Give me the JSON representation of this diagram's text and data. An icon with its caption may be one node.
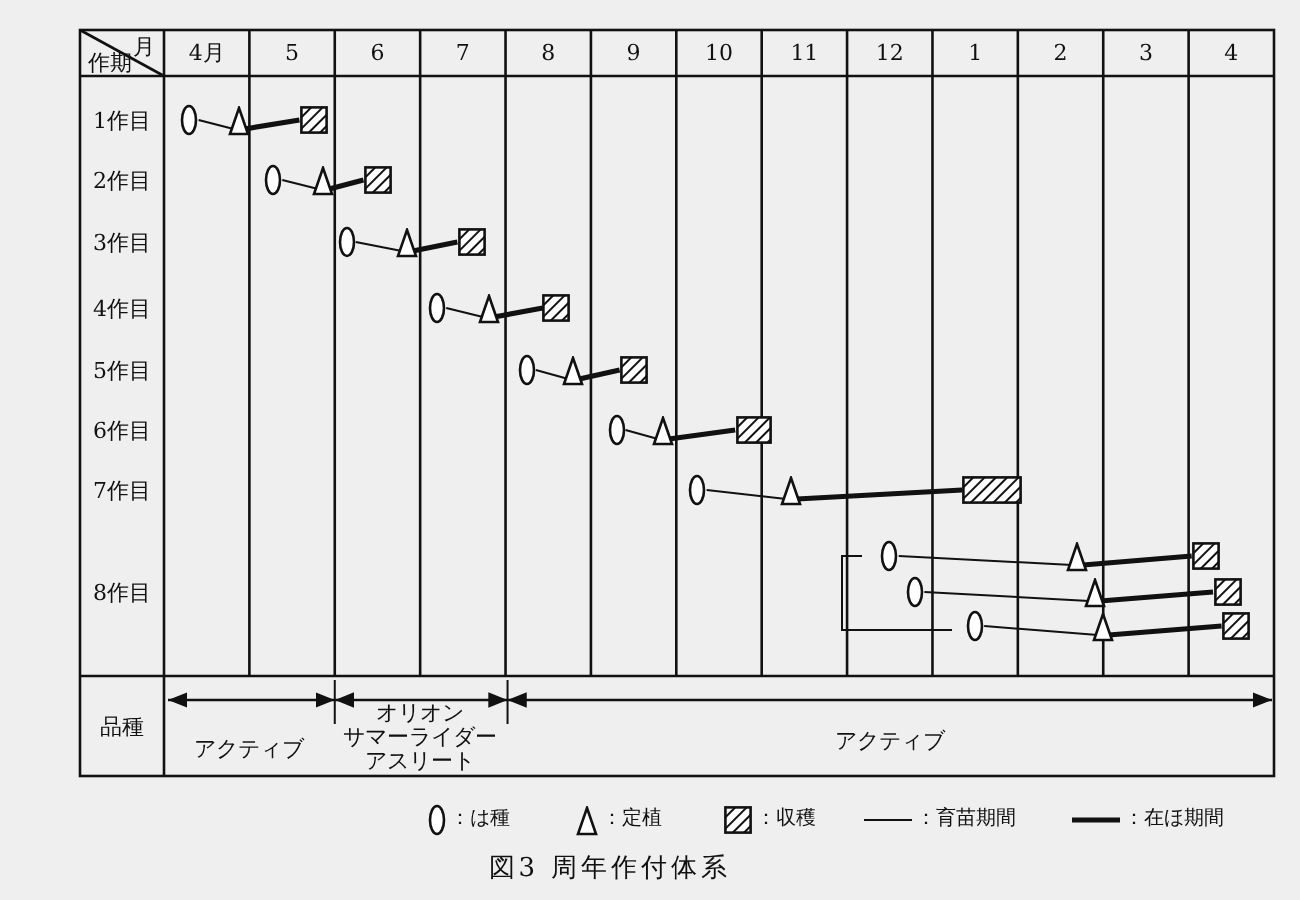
{
  "diagram": {
    "caption": "図3 周年作付体系",
    "nodes": [
      {
        "text": [],
        "shape": "circle"
      },
      {
        "text": [],
        "shape": "triangle"
      },
      {
        "text": [],
        "shape": "box"
      },
      {
        "text": [],
        "shape": "circle"
      },
      {
        "text": [],
        "shape": "triangle"
      },
      {
        "text": [],
        "shape": "box"
      },
      {
        "text": [],
        "shape": "circle"
      },
      {
        "text": [],
        "shape": "triangle"
      },
      {
        "text": [],
        "shape": "box"
      },
      {
        "text": [],
        "shape": "circle"
      },
      {
        "text": [],
        "shape": "triangle"
      },
      {
        "text": [],
        "shape": "box"
      },
      {
        "text": [],
        "shape": "circle"
      },
      {
        "text": [],
        "shape": "triangle"
      },
      {
        "text": [],
        "shape": "box"
      },
      {
        "text": [],
        "shape": "circle"
      },
      {
        "text": [],
        "shape": "triangle"
      },
      {
        "text": [],
        "shape": "box"
      },
      {
        "text": [],
        "shape": "circle"
      },
      {
        "text": [],
        "shape": "triangle"
      },
      {
        "text": [],
        "shape": "box"
      },
      {
        "text": [],
        "shape": "circle"
      },
      {
        "text": [],
        "shape": "triangle"
      },
      {
        "text": [],
        "shape": "box"
      },
      {
        "text": [],
        "shape": "circle"
      },
      {
        "text": [],
        "shape": "triangle"
      },
      {
        "text": [],
        "shape": "box"
      },
      {
        "text": [],
        "shape": "circle"
      },
      {
        "text": [],
        "shape": "triangle"
      },
      {
        "text": [],
        "shape": "box"
      }
    ],
    "edges": [
      {
        "from": 0,
        "to": 1,
        "arrow": "none"
      },
      {
        "from": 1,
        "to": 2,
        "arrow": "none",
        "style": "thick"
      },
      {
        "from": 3,
        "to": 4,
        "arrow": "none"
      },
      {
        "from": 4,
        "to": 5,
        "arrow": "none",
        "style": "thick"
      },
      {
        "from": 6,
        "to": 7,
        "arrow": "none"
      },
      {
        "from": 7,
        "to": 8,
        "arrow": "none",
        "style": "thick"
      },
      {
        "from": 9,
        "to": 10,
        "arrow": "none"
      },
      {
        "from": 10,
        "to": 11,
        "arrow": "none",
        "style": "thick"
      },
      {
        "from": 12,
        "to": 13,
        "arrow": "none"
      },
      {
        "from": 13,
        "to": 14,
        "arrow": "none",
        "style": "thick"
      },
      {
        "from": 15,
        "to": 16,
        "arrow": "none"
      },
      {
        "from": 16,
        "to": 17,
        "arrow": "none",
        "style": "thick"
      },
      {
        "from": 18,
        "to": 19,
        "arrow": "none"
      },
      {
        "from": 19,
        "to": 20,
        "arrow": "none",
        "style": "thick"
      },
      {
        "from": 21,
        "to": 22,
        "arrow": "none"
      },
      {
        "from": 22,
        "to": 23,
        "arrow": "none",
        "style": "thick"
      },
      {
        "from": 24,
        "to": 25,
        "arrow": "none"
      },
      {
        "from": 25,
        "to": 26,
        "arrow": "none",
        "style": "thick"
      },
      {
        "from": 27,
        "to": 28,
        "arrow": "none"
      },
      {
        "from": 28,
        "to": 29,
        "arrow": "none",
        "style": "thick"
      }
    ],
    "labels": [
      "月",
      "作期",
      "4月",
      "5",
      "6",
      "7",
      "8",
      "9",
      "10",
      "11",
      "12",
      "1",
      "2",
      "3",
      "4",
      "1作目",
      "2作目",
      "3作目",
      "4作目",
      "5作目",
      "6作目",
      "7作目",
      "8作目",
      "品種",
      "アクティブ",
      "オリオン",
      "サマーライダー",
      "アスリート",
      "アクティブ"
    ],
    "legend": [
      {
        "text": "：は種"
      },
      {
        "text": "：定植"
      },
      {
        "text": "：収穫"
      },
      {
        "text": "：育苗期間"
      },
      {
        "text": "：在ほ期間"
      }
    ]
  }
}
